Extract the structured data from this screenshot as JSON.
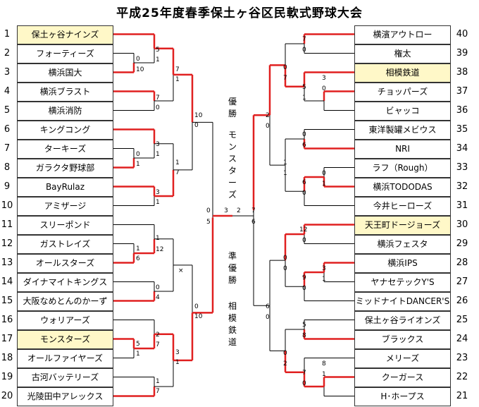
{
  "title": "平成25年度春季保土ヶ谷区民軟式野球大会",
  "left_teams": [
    {
      "seed": "1",
      "name": "保土ヶ谷ナインズ",
      "highlight": true
    },
    {
      "seed": "2",
      "name": "フォーティーズ",
      "highlight": false
    },
    {
      "seed": "3",
      "name": "横浜国大",
      "highlight": false
    },
    {
      "seed": "4",
      "name": "横浜ブラスト",
      "highlight": false
    },
    {
      "seed": "5",
      "name": "横浜消防",
      "highlight": false
    },
    {
      "seed": "6",
      "name": "キングコング",
      "highlight": false
    },
    {
      "seed": "7",
      "name": "ターキーズ",
      "highlight": false
    },
    {
      "seed": "8",
      "name": "ガラクタ野球部",
      "highlight": false
    },
    {
      "seed": "9",
      "name": "BayRulaz",
      "highlight": false
    },
    {
      "seed": "10",
      "name": "アミザージ",
      "highlight": false
    },
    {
      "seed": "11",
      "name": "スリーポンド",
      "highlight": false
    },
    {
      "seed": "12",
      "name": "ガストレイズ",
      "highlight": false
    },
    {
      "seed": "13",
      "name": "オールスターズ",
      "highlight": false
    },
    {
      "seed": "14",
      "name": "ダイナマイトキングス",
      "highlight": false
    },
    {
      "seed": "15",
      "name": "大阪なめとんのかーず",
      "highlight": false
    },
    {
      "seed": "16",
      "name": "ウォリアーズ",
      "highlight": false
    },
    {
      "seed": "17",
      "name": "モンスターズ",
      "highlight": true
    },
    {
      "seed": "18",
      "name": "オールファイヤーズ",
      "highlight": false
    },
    {
      "seed": "19",
      "name": "古河バッテリーズ",
      "highlight": false
    },
    {
      "seed": "20",
      "name": "光陵田中アレックス",
      "highlight": false
    }
  ],
  "right_teams": [
    {
      "seed": "40",
      "name": "横濱アウトロー",
      "highlight": false
    },
    {
      "seed": "39",
      "name": "権太",
      "highlight": false
    },
    {
      "seed": "38",
      "name": "相模鉄道",
      "highlight": true
    },
    {
      "seed": "37",
      "name": "チョッパーズ",
      "highlight": false
    },
    {
      "seed": "36",
      "name": "ビャッコ",
      "highlight": false
    },
    {
      "seed": "35",
      "name": "東洋製罐メビウス",
      "highlight": false
    },
    {
      "seed": "34",
      "name": "NRI",
      "highlight": false
    },
    {
      "seed": "33",
      "name": "ラフ（Rough）",
      "highlight": false
    },
    {
      "seed": "32",
      "name": "横浜TODODAS",
      "highlight": false
    },
    {
      "seed": "31",
      "name": "今井ヒーローズ",
      "highlight": false
    },
    {
      "seed": "30",
      "name": "天王町ドージョーズ",
      "highlight": true
    },
    {
      "seed": "29",
      "name": "横浜フェスタ",
      "highlight": false
    },
    {
      "seed": "28",
      "name": "横浜IPS",
      "highlight": false
    },
    {
      "seed": "27",
      "name": "ヤナセテックY'S",
      "highlight": false
    },
    {
      "seed": "26",
      "name": "ミッドナイトDANCER'S",
      "highlight": false
    },
    {
      "seed": "25",
      "name": "保土ヶ谷ライオンズ",
      "highlight": false
    },
    {
      "seed": "24",
      "name": "ブラックス",
      "highlight": false
    },
    {
      "seed": "23",
      "name": "メリーズ",
      "highlight": false
    },
    {
      "seed": "22",
      "name": "クーガース",
      "highlight": false
    },
    {
      "seed": "21",
      "name": "H･ホープス",
      "highlight": false
    }
  ],
  "results": {
    "champion_label": "優勝",
    "champion_team": "モンスターズ",
    "runner_up_label": "準優勝",
    "runner_up_team": "相模鉄道"
  },
  "scores": [
    {
      "id": "L-r1-2v3-a",
      "text": "0"
    },
    {
      "id": "L-r1-2v3-b",
      "text": "10"
    },
    {
      "id": "L-r2-1-a",
      "text": "5"
    },
    {
      "id": "L-r2-1-b",
      "text": "1"
    },
    {
      "id": "L-r2-45-a",
      "text": "7"
    },
    {
      "id": "L-r2-45-b",
      "text": "0"
    },
    {
      "id": "L-r3-1-a",
      "text": "7"
    },
    {
      "id": "L-r3-1-b",
      "text": "1"
    },
    {
      "id": "L-r1-7v8-a",
      "text": "0"
    },
    {
      "id": "L-r1-7v8-b",
      "text": "1"
    },
    {
      "id": "L-r2-6-a",
      "text": "3"
    },
    {
      "id": "L-r2-6-b",
      "text": "1"
    },
    {
      "id": "L-r2-910-a",
      "text": "3"
    },
    {
      "id": "L-r2-910-b",
      "text": "1"
    },
    {
      "id": "L-r3-2-a",
      "text": "1"
    },
    {
      "id": "L-r3-2-b",
      "text": "7"
    },
    {
      "id": "L-r4-1-a",
      "text": "10"
    },
    {
      "id": "L-r4-1-b",
      "text": "0"
    },
    {
      "id": "L-r1-12v13-a",
      "text": "1"
    },
    {
      "id": "L-r1-12v13-b",
      "text": "6"
    },
    {
      "id": "L-r2-11-a",
      "text": "1"
    },
    {
      "id": "L-r2-11-b",
      "text": "12"
    },
    {
      "id": "L-r2-1415-a",
      "text": "0"
    },
    {
      "id": "L-r2-1415-b",
      "text": "4"
    },
    {
      "id": "L-cross",
      "text": "×"
    },
    {
      "id": "L-r1-17v18-a",
      "text": "5"
    },
    {
      "id": "L-r1-17v18-b",
      "text": "1"
    },
    {
      "id": "L-r2-16-a",
      "text": "2"
    },
    {
      "id": "L-r2-16-b",
      "text": "7"
    },
    {
      "id": "L-r2-1920-a",
      "text": "1"
    },
    {
      "id": "L-r2-1920-b",
      "text": "7"
    },
    {
      "id": "L-r3-4-a",
      "text": "3"
    },
    {
      "id": "L-r3-4-b",
      "text": "1"
    },
    {
      "id": "L-r4-2-a",
      "text": "0"
    },
    {
      "id": "L-r4-2-b",
      "text": "10"
    },
    {
      "id": "L-semi-a",
      "text": "0"
    },
    {
      "id": "L-semi-b",
      "text": "5"
    },
    {
      "id": "F-a",
      "text": "3"
    },
    {
      "id": "F-b",
      "text": "2"
    },
    {
      "id": "R-semi-a",
      "text": "7"
    },
    {
      "id": "R-semi-b",
      "text": "6"
    },
    {
      "id": "R-r2-4039-a",
      "text": "7"
    },
    {
      "id": "R-r2-4039-b",
      "text": "0"
    },
    {
      "id": "R-r1-37v36-a",
      "text": "3"
    },
    {
      "id": "R-r1-37v36-b",
      "text": "0"
    },
    {
      "id": "R-r2-38-a",
      "text": "5"
    },
    {
      "id": "R-r2-38-b",
      "text": "1"
    },
    {
      "id": "R-r3-1-a",
      "text": "0"
    },
    {
      "id": "R-r3-1-b",
      "text": "7"
    },
    {
      "id": "R-r2-3534-a",
      "text": "0"
    },
    {
      "id": "R-r2-3534-b",
      "text": "6"
    },
    {
      "id": "R-r1-33v32-a",
      "text": "0"
    },
    {
      "id": "R-r1-33v32-b",
      "text": "1"
    },
    {
      "id": "R-r2-31-a",
      "text": "6"
    },
    {
      "id": "R-r2-31-b",
      "text": "0"
    },
    {
      "id": "R-r3-2-a",
      "text": "1"
    },
    {
      "id": "R-r3-2-b",
      "text": "1"
    },
    {
      "id": "R-r4-1-a",
      "text": "2"
    },
    {
      "id": "R-r4-1-b",
      "text": "0"
    },
    {
      "id": "R-r2-3029-a",
      "text": "12"
    },
    {
      "id": "R-r2-3029-b",
      "text": "0"
    },
    {
      "id": "R-r1-27v26-a",
      "text": "3"
    },
    {
      "id": "R-r1-27v26-b",
      "text": "1"
    },
    {
      "id": "R-r2-28-a",
      "text": "9"
    },
    {
      "id": "R-r2-28-b",
      "text": "0"
    },
    {
      "id": "R-r3-3-a",
      "text": "0"
    },
    {
      "id": "R-r3-3-b",
      "text": "0"
    },
    {
      "id": "R-r2-2524-a",
      "text": "5"
    },
    {
      "id": "R-r2-2524-b",
      "text": "8"
    },
    {
      "id": "R-r1-22v21-a",
      "text": "8"
    },
    {
      "id": "R-r1-22v21-b",
      "text": "1"
    },
    {
      "id": "R-r2-23-a",
      "text": "7"
    },
    {
      "id": "R-r2-23-b",
      "text": "0"
    },
    {
      "id": "R-r3-4-a",
      "text": "0"
    },
    {
      "id": "R-r3-4-b",
      "text": "2"
    },
    {
      "id": "R-r4-2-a",
      "text": "6"
    },
    {
      "id": "R-r4-2-b",
      "text": "0"
    }
  ],
  "colors": {
    "win_line": "#e02020",
    "line": "#000000",
    "highlight_fill": "#fff8c8"
  }
}
